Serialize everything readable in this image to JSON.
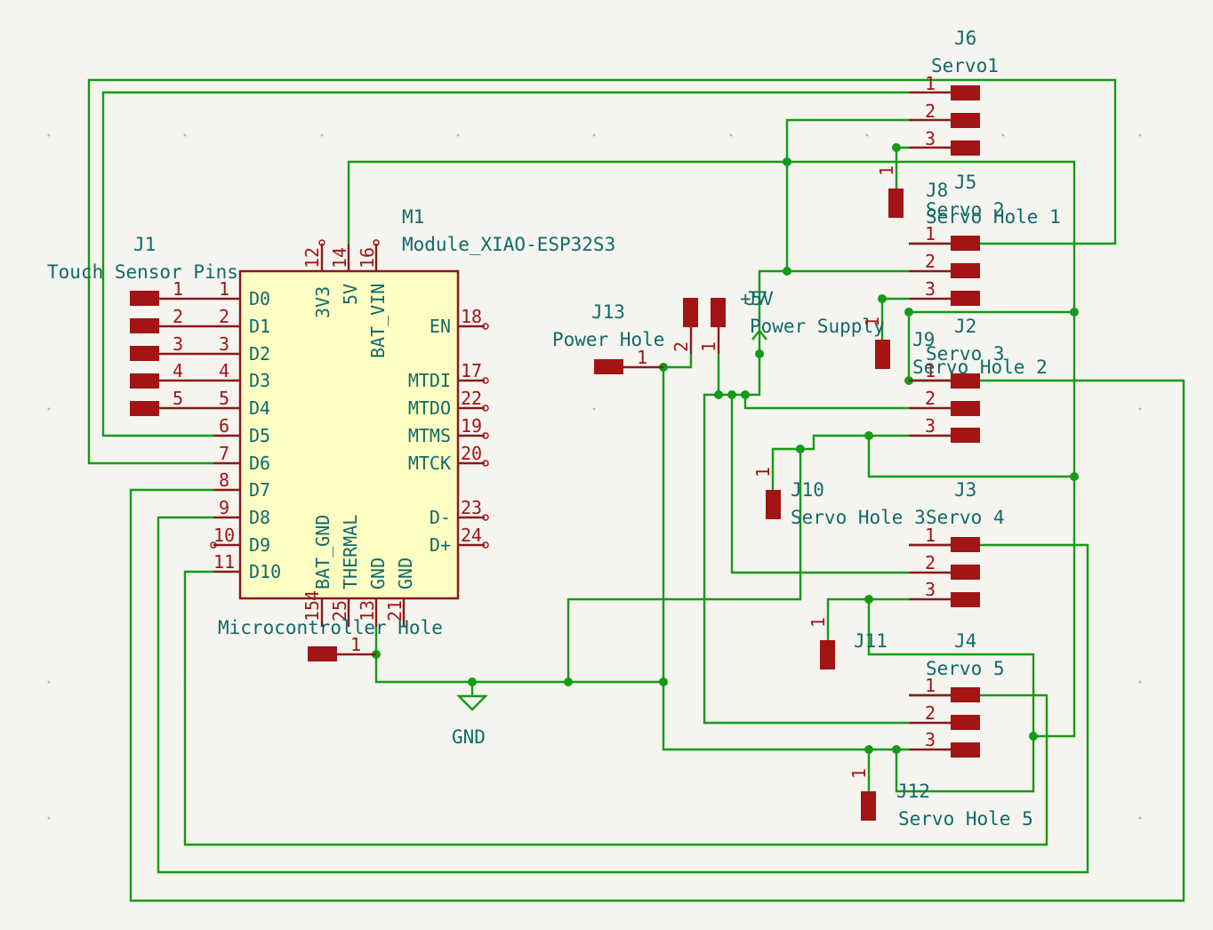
{
  "colors": {
    "background": "#f5f4ef",
    "wire": "#159b15",
    "pin": "#a31414",
    "text": "#106a6a",
    "body": "#ffffc4"
  },
  "j1": {
    "ref": "J1",
    "value": "Touch Sensor Pins",
    "pins": [
      "1",
      "2",
      "3",
      "4",
      "5"
    ]
  },
  "m1": {
    "ref": "M1",
    "value": "Module_XIAO-ESP32S3",
    "hole_label": "Microcontroller Hole",
    "left_pins": [
      {
        "num": "1",
        "name": "D0"
      },
      {
        "num": "2",
        "name": "D1"
      },
      {
        "num": "3",
        "name": "D2"
      },
      {
        "num": "4",
        "name": "D3"
      },
      {
        "num": "5",
        "name": "D4"
      },
      {
        "num": "6",
        "name": "D5"
      },
      {
        "num": "7",
        "name": "D6"
      },
      {
        "num": "8",
        "name": "D7"
      },
      {
        "num": "9",
        "name": "D8"
      },
      {
        "num": "10",
        "name": "D9"
      },
      {
        "num": "11",
        "name": "D10"
      }
    ],
    "right_pins": [
      {
        "num": "18",
        "name": "EN"
      },
      {
        "num": "17",
        "name": "MTDI"
      },
      {
        "num": "22",
        "name": "MTDO"
      },
      {
        "num": "19",
        "name": "MTMS"
      },
      {
        "num": "20",
        "name": "MTCK"
      },
      {
        "num": "23",
        "name": "D-"
      },
      {
        "num": "24",
        "name": "D+"
      }
    ],
    "top_pins": [
      {
        "num": "12",
        "name": "3V3"
      },
      {
        "num": "14",
        "name": "5V"
      },
      {
        "num": "16",
        "name": "BAT_VIN"
      }
    ],
    "bottom_pins": [
      {
        "num": "15",
        "name": "BAT_GND"
      },
      {
        "num": "25",
        "name": "THERMAL"
      },
      {
        "num": "13",
        "name": "GND"
      },
      {
        "num": "21",
        "name": "GND"
      }
    ],
    "hole_pin": "1",
    "bottom_overlap": "15",
    "bottom_overlap2": "4"
  },
  "j13": {
    "ref": "J13",
    "value": "Power Hole",
    "pin": "1"
  },
  "j7": {
    "ref": "J7",
    "value": "Power Supply",
    "pins": [
      "2",
      "1"
    ],
    "overlap_label": "+5V"
  },
  "gnd_label": "GND",
  "servos": [
    {
      "ref": "J6",
      "value": "Servo1",
      "pins": [
        "1",
        "2",
        "3"
      ]
    },
    {
      "ref": "J5",
      "value": "Servo 2",
      "pins": [
        "1",
        "2",
        "3"
      ]
    },
    {
      "ref": "J2",
      "value": "Servo 3",
      "pins": [
        "1",
        "2",
        "3"
      ]
    },
    {
      "ref": "J3",
      "value": "Servo 4",
      "pins": [
        "1",
        "2",
        "3"
      ]
    },
    {
      "ref": "J4",
      "value": "Servo 5",
      "pins": [
        "1",
        "2",
        "3"
      ]
    }
  ],
  "holes": [
    {
      "ref": "J8",
      "value": "Servo Hole 1",
      "pin": "1"
    },
    {
      "ref": "J9",
      "value": "Servo Hole 2",
      "pin": "1"
    },
    {
      "ref": "J10",
      "value": "Servo Hole 3",
      "pin": "1"
    },
    {
      "ref": "J11",
      "value": "",
      "pin": "1"
    },
    {
      "ref": "J12",
      "value": "Servo Hole 5",
      "pin": "1"
    }
  ]
}
